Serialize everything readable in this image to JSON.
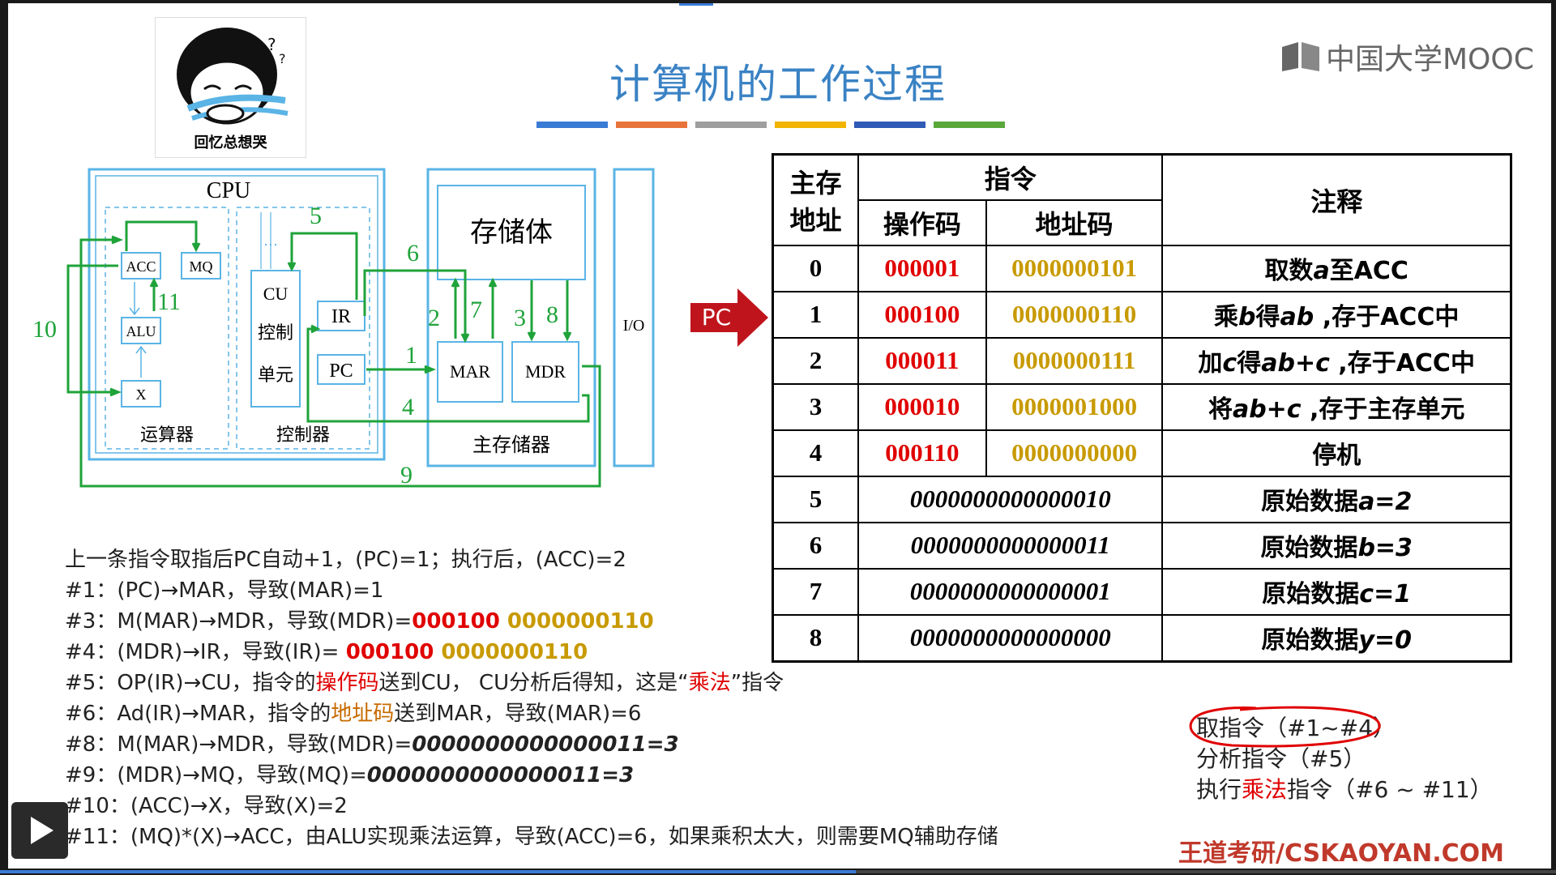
{
  "slide": {
    "title": "计算机的工作过程",
    "meme_caption": "回忆总想哭",
    "logo_text": "中国大学MOOC",
    "brand": "王道考研/CSKAOYAN.COM",
    "title_stripe_colors": [
      "#3a7bd5",
      "#e8743b",
      "#9e9e9e",
      "#f2b400",
      "#2f5bb7",
      "#5aa83a"
    ]
  },
  "diagram": {
    "cpu_label": "CPU",
    "acc": "ACC",
    "mq": "MQ",
    "alu": "ALU",
    "x": "X",
    "cu_lines": [
      "CU",
      "控制",
      "单元"
    ],
    "ir": "IR",
    "pc": "PC",
    "alu_group": "运算器",
    "ctrl_group": "控制器",
    "storage": "存储体",
    "mar": "MAR",
    "mdr": "MDR",
    "main_mem": "主存储器",
    "io": "I/O",
    "ellipsis": "⋯",
    "n1": "1",
    "n2": "2",
    "n3": "3",
    "n4": "4",
    "n5": "5",
    "n6": "6",
    "n7": "7",
    "n8": "8",
    "n9": "9",
    "n10": "10",
    "n11": "11"
  },
  "pc_pointer": {
    "label": "PC"
  },
  "table": {
    "headers": {
      "addr_line1": "主存",
      "addr_line2": "地址",
      "instr": "指令",
      "opcode": "操作码",
      "addrcode": "地址码",
      "note": "注释"
    },
    "rows": [
      {
        "addr": "0",
        "op": "000001",
        "ad": "0000000101",
        "note_pre": "取数",
        "note_var": "a",
        "note_post": "至ACC"
      },
      {
        "addr": "1",
        "op": "000100",
        "ad": "0000000110",
        "note_pre": "乘",
        "note_var": "b",
        "note_mid": "得",
        "note_var2": "ab",
        "note_post": " ,存于ACC中"
      },
      {
        "addr": "2",
        "op": "000011",
        "ad": "0000000111",
        "note_pre": "加",
        "note_var": "c",
        "note_mid": "得",
        "note_var2": "ab+c",
        "note_post": " ,存于ACC中"
      },
      {
        "addr": "3",
        "op": "000010",
        "ad": "0000001000",
        "note_pre": "将",
        "note_var": "ab+c",
        "note_post": " ,存于主存单元"
      },
      {
        "addr": "4",
        "op": "000110",
        "ad": "0000000000",
        "note_pre": "停机"
      }
    ],
    "data_rows": [
      {
        "addr": "5",
        "bits": "0000000000000010",
        "note_pre": "原始数据",
        "note_var": "a=2"
      },
      {
        "addr": "6",
        "bits": "0000000000000011",
        "note_pre": "原始数据",
        "note_var": "b=3"
      },
      {
        "addr": "7",
        "bits": "0000000000000001",
        "note_pre": "原始数据",
        "note_var": "c=1"
      },
      {
        "addr": "8",
        "bits": "0000000000000000",
        "note_pre": "原始数据",
        "note_var": "y=0"
      }
    ]
  },
  "steps": {
    "s0": "上一条指令取指后PC自动+1，(PC)=1；执行后，(ACC)=2",
    "s1": "#1：(PC)→MAR，导致(MAR)=1",
    "s3_pre": "#3：M(MAR)→MDR，导致(MDR)=",
    "s3_op": "000100",
    "s3_ad": " 0000000110",
    "s4_pre": "#4：(MDR)→IR，导致(IR)= ",
    "s4_op": "000100",
    "s4_ad": " 0000000110",
    "s5_pre": "#5：OP(IR)→CU，指令的",
    "s5_hl": "操作码",
    "s5_mid": "送到CU， CU分析后得知，这是“",
    "s5_hl2": "乘法",
    "s5_post": "”指令",
    "s6_pre": "#6：Ad(IR)→MAR，指令的",
    "s6_hl": "地址码",
    "s6_post": "送到MAR，导致(MAR)=6",
    "s8_pre": "#8：M(MAR)→MDR，导致(MDR)=",
    "s8_val": "0000000000000011=3",
    "s9_pre": "#9：(MDR)→MQ，导致(MQ)=",
    "s9_val": "0000000000000011=3",
    "s10": "#10：(ACC)→X，导致(X)=2",
    "s11": "#11：(MQ)*(X)→ACC，由ALU实现乘法运算，导致(ACC)=6，如果乘积太大，则需要MQ辅助存储"
  },
  "summary": {
    "fetch": "取指令（#1~#4）",
    "analyze": "分析指令（#5）",
    "exec_pre": "执行",
    "exec_hl": "乘法",
    "exec_post": "指令（#6 ~ #11）"
  },
  "player": {
    "progress": 0.55
  },
  "colors": {
    "green": "#1fa33a",
    "cyan": "#5ab4e6",
    "red": "#e00000",
    "gold": "#c89a00",
    "title_blue": "#3a82c4"
  }
}
